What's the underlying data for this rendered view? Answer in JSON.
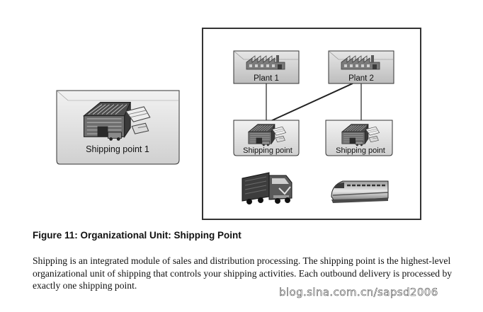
{
  "figure": {
    "standalone_label": "Shipping point 1",
    "plants": [
      {
        "label": "Plant 1"
      },
      {
        "label": "Plant 2"
      }
    ],
    "shipping_points": [
      {
        "label": "Shipping point"
      },
      {
        "label": "Shipping point"
      }
    ],
    "vehicles": [
      {
        "icon": "truck-icon"
      },
      {
        "icon": "train-icon"
      }
    ]
  },
  "caption": "Figure 11: Organizational Unit: Shipping Point",
  "body": "Shipping is an integrated module of sales and distribution processing. The shipping point is the highest-level organizational unit of shipping that controls your shipping activities. Each outbound delivery is processed by exactly one shipping point.",
  "watermark": "blog.sina.com.cn/sapsd2006"
}
